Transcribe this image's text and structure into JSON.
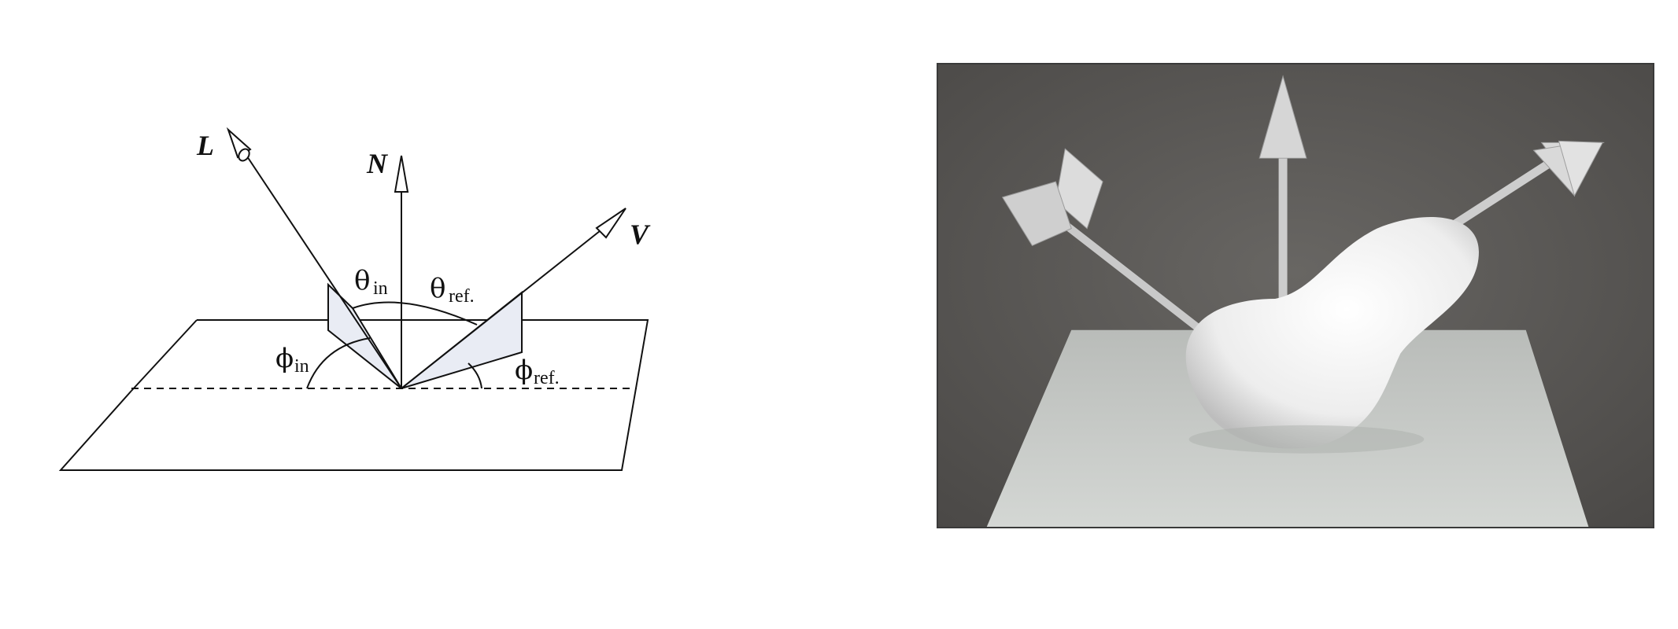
{
  "diagram": {
    "vectors": {
      "light": "L",
      "normal": "N",
      "view": "V"
    },
    "angles": {
      "theta_in_symbol": "θ",
      "theta_in_sub": "in",
      "theta_ref_symbol": "θ",
      "theta_ref_sub": "ref.",
      "phi_in_symbol": "ϕ",
      "phi_in_sub": "in",
      "phi_ref_symbol": "ϕ",
      "phi_ref_sub": "ref."
    }
  },
  "photo": {
    "background_color": "#5a5855",
    "floor_color": "#c8cbc8",
    "object_color": "#f2f2f2",
    "arrow_color": "#d0d0d0"
  }
}
